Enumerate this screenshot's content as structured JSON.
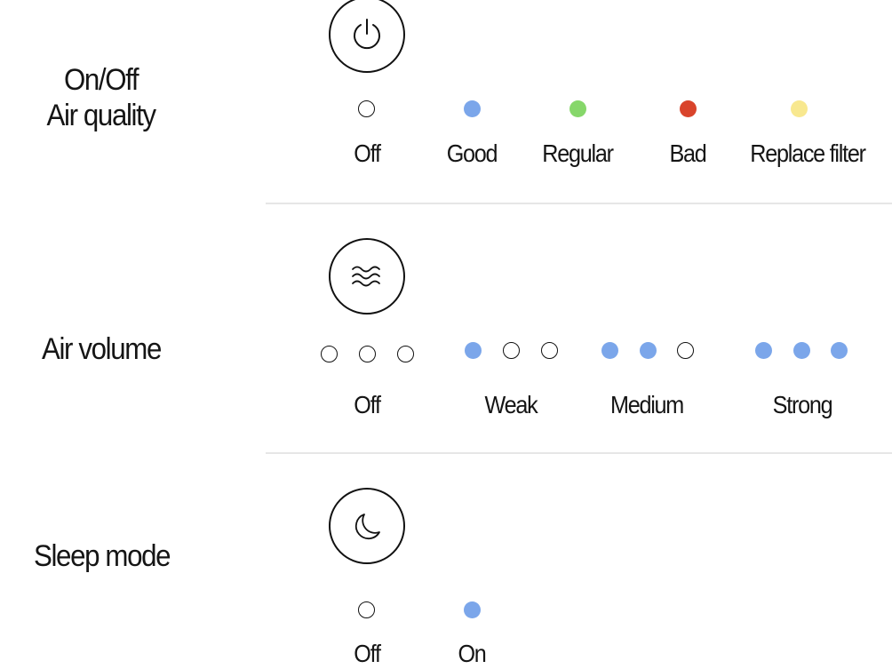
{
  "colors": {
    "off": "#ffffff",
    "good": "#7ba6ea",
    "regular": "#86d76a",
    "bad": "#d9442b",
    "replace_filter": "#f8e88f",
    "active": "#7ba6ea"
  },
  "power_section": {
    "label_line1": "On/Off",
    "label_line2": "Air quality",
    "icon": "power-icon",
    "states": [
      {
        "label": "Off",
        "color": "#ffffff"
      },
      {
        "label": "Good",
        "color": "#7ba6ea"
      },
      {
        "label": "Regular",
        "color": "#86d76a"
      },
      {
        "label": "Bad",
        "color": "#d9442b"
      },
      {
        "label": "Replace filter",
        "color": "#f8e88f"
      }
    ]
  },
  "air_volume_section": {
    "label": "Air volume",
    "icon": "airflow-icon",
    "levels": [
      {
        "label": "Off",
        "lit_dots": 0,
        "total_dots": 3
      },
      {
        "label": "Weak",
        "lit_dots": 1,
        "total_dots": 3
      },
      {
        "label": "Medium",
        "lit_dots": 2,
        "total_dots": 3
      },
      {
        "label": "Strong",
        "lit_dots": 3,
        "total_dots": 3
      }
    ]
  },
  "sleep_section": {
    "label": "Sleep mode",
    "icon": "moon-icon",
    "states": [
      {
        "label": "Off",
        "color": "#ffffff"
      },
      {
        "label": "On",
        "color": "#7ba6ea"
      }
    ]
  }
}
